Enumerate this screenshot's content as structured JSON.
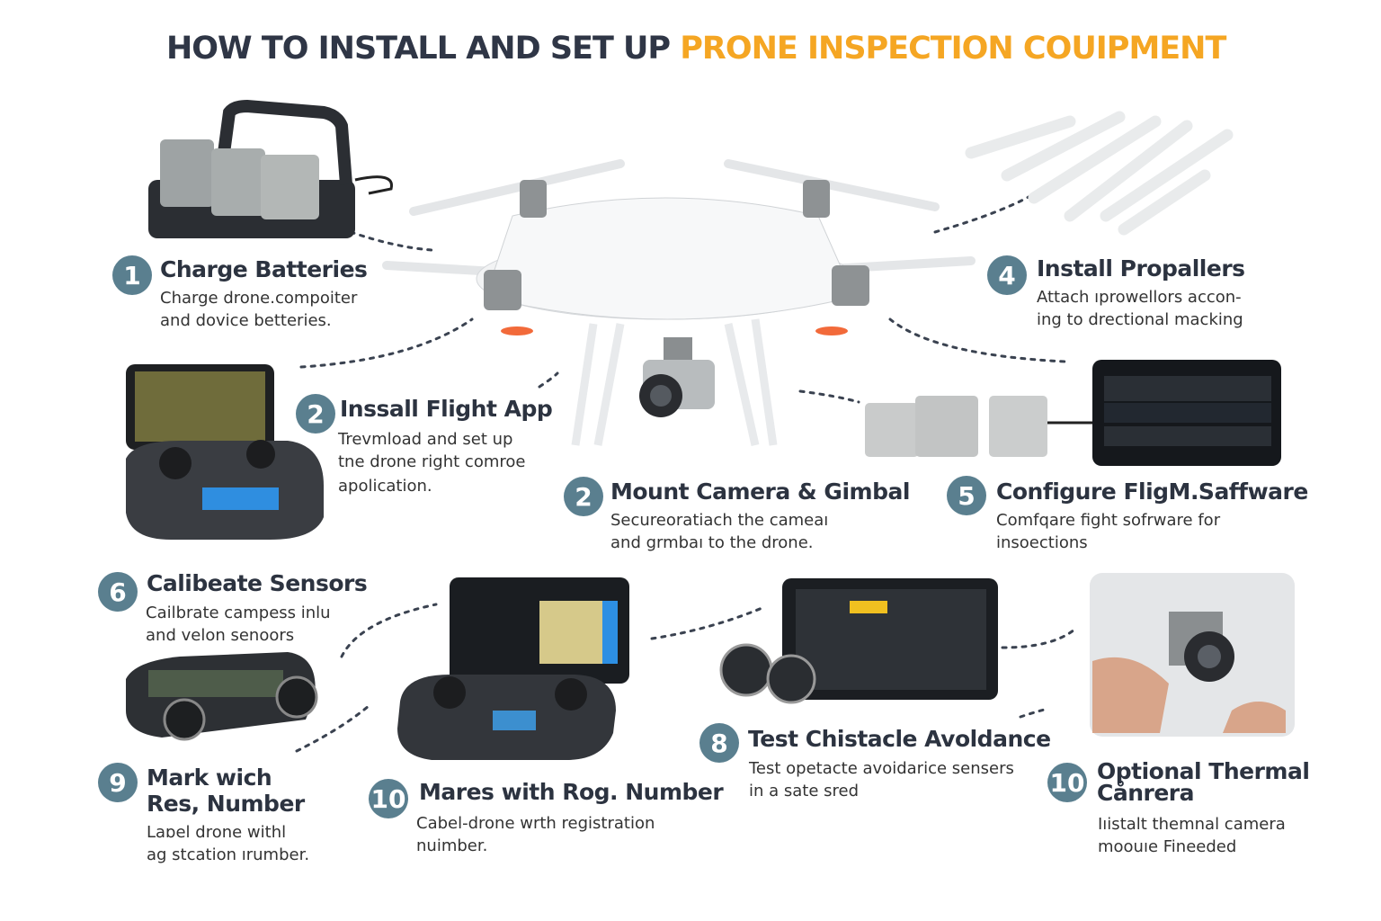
{
  "title": {
    "prefix": "HOW TO INSTALL AND SET UP ",
    "accent": "PRONE INSPECTION COUIPMENT"
  },
  "colors": {
    "title": "#2f3646",
    "accent": "#f5a623",
    "badge": "#5a7f8f"
  },
  "steps": [
    {
      "number": "1",
      "title": "Charge Batteries",
      "desc1": "Charge drone.compoiter",
      "desc2": "and dovice betteries."
    },
    {
      "number": "2",
      "title": "Inssall Flight App",
      "desc1": "Trevmload and set up",
      "desc2": "tne drone right comroe",
      "desc3": "apolication."
    },
    {
      "number": "2",
      "title": "Mount Camera & Gimbal",
      "desc1": "Secureoratiach the cameaı",
      "desc2": "and grmbaı to the drone."
    },
    {
      "number": "4",
      "title": "Install Propallers",
      "desc1": "Attach ıprowellors accon-",
      "desc2": "ing to drectional macking"
    },
    {
      "number": "5",
      "title": "Configure FligM.Saffware",
      "desc1": "Comfqare fight sofrware for",
      "desc2": "insoections"
    },
    {
      "number": "6",
      "title": "Calibeate Sensors",
      "desc1": "Cailbrate campess inlu",
      "desc2": "and velon senoors"
    },
    {
      "number": "9",
      "title": "Mark wich",
      "title2": "Res, Number",
      "desc1": "Laɒel drone withl",
      "desc2": "ag stcation ırumber."
    },
    {
      "number": "10",
      "title": "Mares with Rog. Number",
      "desc1": "Cabel-drone wrth registration",
      "desc2": "nuimber."
    },
    {
      "number": "8",
      "title": "Test Chistacle Avoldance",
      "desc1": "Test opetacte avoidarice sensers",
      "desc2": "in a sate sred"
    },
    {
      "number": "10",
      "title": "Optional Thermal",
      "title2": "Cånrera",
      "desc1": "Iıistalt themnal camera",
      "desc2": "moouıe Fineeded"
    }
  ]
}
